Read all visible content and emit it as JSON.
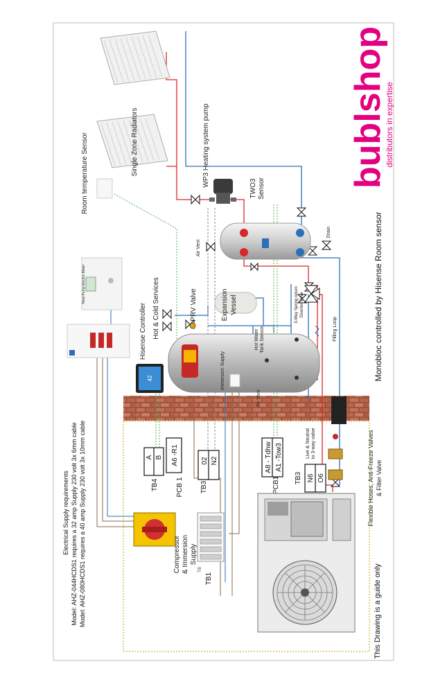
{
  "brand": {
    "name": "bublshop",
    "tagline": "distributors in expertise",
    "color": "#e4007e"
  },
  "labels": {
    "radiators": "Single Zone Radiators",
    "room_sensor": "Room temperature Sensor",
    "pump": "WP3 Heating system pump",
    "two3": "TWO3",
    "sensor": "Sensor",
    "air_vent": "Air Vent",
    "drain": "Drain",
    "meter": "Heat Pump Electric Meter",
    "controller": "Hisense Controller",
    "controller_screen": "42",
    "hot_cold": "Hot & Cold Services",
    "prv": "PRV Valve",
    "expansion": "Expansion",
    "vessel": "Vessel",
    "diverter_1": "3-Way Spring return",
    "diverter_2": "Diverter Valve",
    "filling_loop": "Filling Loop",
    "hot_water_1": "Hot Water",
    "hot_water_2": "Tank Sensor",
    "immersion": "Immersion Supply",
    "air_vent_cyl": "Air Vent",
    "flex_hoses_1": "Flexible Hoses, Anti-Freeze Valves",
    "flex_hoses_2": "& Filter Valve",
    "live_neutral_1": "Live & Neutral",
    "live_neutral_2": "to 3-way valve",
    "monobloc": "Monobloc controlled by Hisense Room sensor",
    "guide": "This Drawing is a guide only",
    "compressor_1": "Compressor",
    "compressor_2": "& Immersion",
    "compressor_3": "Supply"
  },
  "terminals": {
    "tb4": "TB4",
    "tb4_a": "A",
    "tb4_b": "B",
    "pcb1": "PCB 1",
    "pcb1_val": "A6 -R1",
    "tb3": "TB3",
    "tb3_a": "02",
    "tb3_b": "N2",
    "pcb1b": "PCB1",
    "pcb1b_a": "A8 - Tdhw",
    "pcb1b_b": "A1 -Tow3",
    "tb3b": "TB3",
    "tb3b_a": "N6",
    "tb3b_b": "O6",
    "tb1": "TB1",
    "tb1_small": "TB"
  },
  "electrical": {
    "heading": "Electrical Supply requirements",
    "line1": "Model: AHZ-044HCDS1 requires a 32 amp Supply 230 volt 3x 6mm cable",
    "line2": "Model: AHZ-080HCDS1 requires a 40 amp Supply 230 volt 3x 10mm cable"
  },
  "colors": {
    "flow": "#d9262b",
    "return": "#2c6fb7",
    "cable": "#8a6a4f",
    "signal": "#4caf50",
    "wall": "#a0523c"
  }
}
